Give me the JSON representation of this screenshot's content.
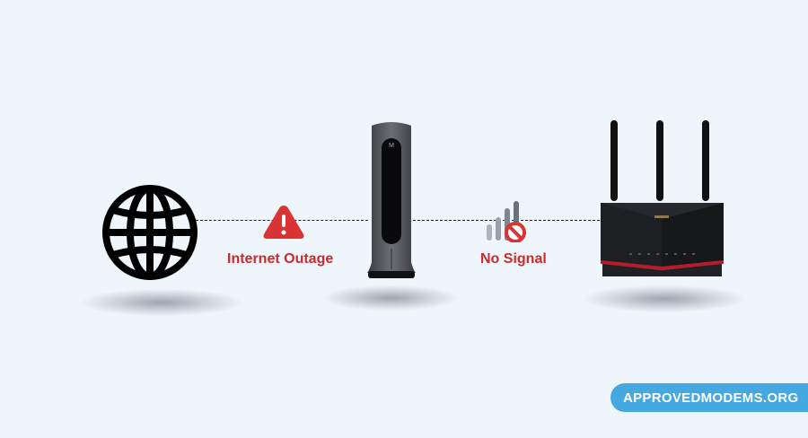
{
  "diagram": {
    "nodes": [
      {
        "id": "internet",
        "icon": "globe-icon"
      },
      {
        "id": "modem",
        "icon": "modem-device"
      },
      {
        "id": "router",
        "icon": "router-device"
      }
    ],
    "links": [
      {
        "from": "internet",
        "to": "modem",
        "style": "dashed",
        "status_icon": "warning-triangle-icon",
        "label": "Internet Outage"
      },
      {
        "from": "modem",
        "to": "router",
        "style": "dashed",
        "status_icon": "no-signal-icon",
        "label": "No Signal"
      }
    ]
  },
  "labels": {
    "outage": "Internet Outage",
    "no_signal": "No Signal"
  },
  "brand": {
    "badge_text": "APPROVEDMODEMS.ORG"
  },
  "colors": {
    "background": "#eef6fc",
    "alert_red": "#cc2b2b",
    "badge_blue": "#45a8e0"
  }
}
